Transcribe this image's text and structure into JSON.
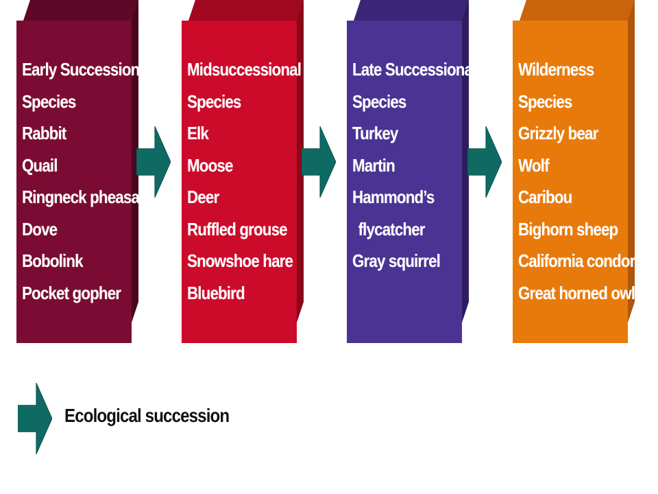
{
  "colors": {
    "arrow": "#0f6a64",
    "arrow_edge": "#0a4f4a"
  },
  "stages": [
    {
      "color": "#7a0c34",
      "top_color": "#5e0827",
      "side_color": "#4a061f",
      "lines": [
        "Early Successional",
        "Species",
        "Rabbit",
        "Quail",
        "Ringneck pheasant",
        "Dove",
        "Bobolink",
        "Pocket gopher"
      ]
    },
    {
      "color": "#cc0a2a",
      "top_color": "#a0081f",
      "side_color": "#8a0619",
      "lines": [
        "Midsuccessional",
        "Species",
        "Elk",
        "Moose",
        "Deer",
        "Ruffled grouse",
        "Snowshoe hare",
        "Bluebird"
      ]
    },
    {
      "color": "#4a3393",
      "top_color": "#3a2676",
      "side_color": "#2d1d60",
      "lines": [
        "Late Successional",
        "Species",
        "Turkey",
        "Martin",
        "Hammond’s",
        "flycatcher",
        "Gray squirrel"
      ]
    },
    {
      "color": "#e87a0c",
      "top_color": "#c8650a",
      "side_color": "#b05608",
      "lines": [
        "Wilderness",
        "Species",
        "Grizzly bear",
        "Wolf",
        "Caribou",
        "Bighorn sheep",
        "California condor",
        "Great horned owl"
      ]
    }
  ],
  "legend": {
    "label": "Ecological succession"
  }
}
